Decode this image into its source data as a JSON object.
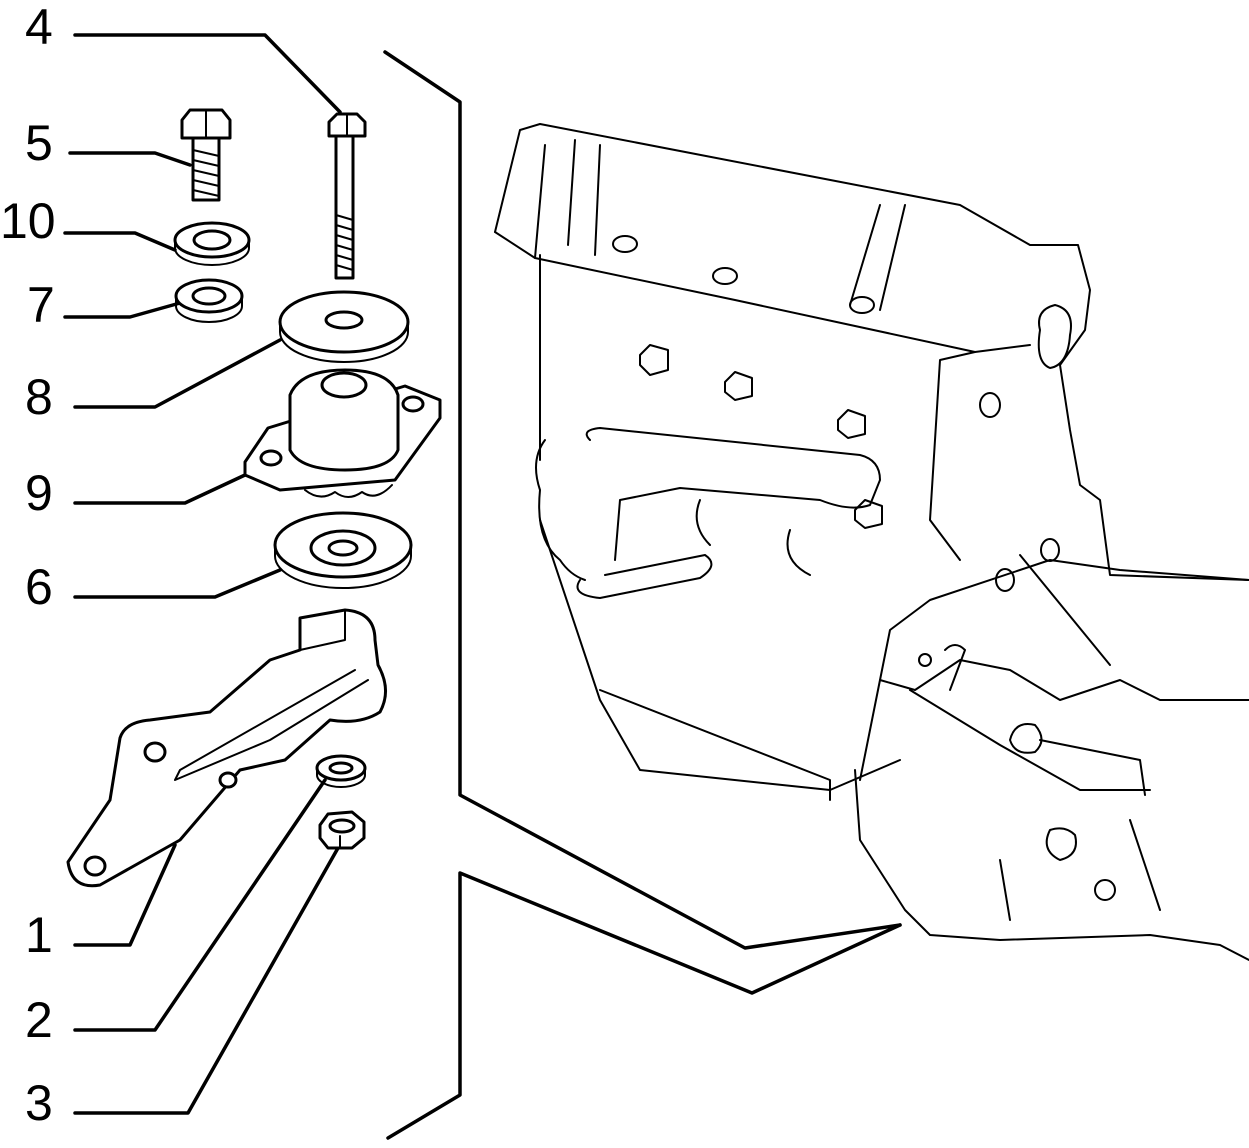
{
  "callouts": [
    {
      "id": "4",
      "label": "4"
    },
    {
      "id": "5",
      "label": "5"
    },
    {
      "id": "10",
      "label": "10"
    },
    {
      "id": "7",
      "label": "7"
    },
    {
      "id": "8",
      "label": "8"
    },
    {
      "id": "9",
      "label": "9"
    },
    {
      "id": "6",
      "label": "6"
    },
    {
      "id": "1",
      "label": "1"
    },
    {
      "id": "2",
      "label": "2"
    },
    {
      "id": "3",
      "label": "3"
    }
  ]
}
